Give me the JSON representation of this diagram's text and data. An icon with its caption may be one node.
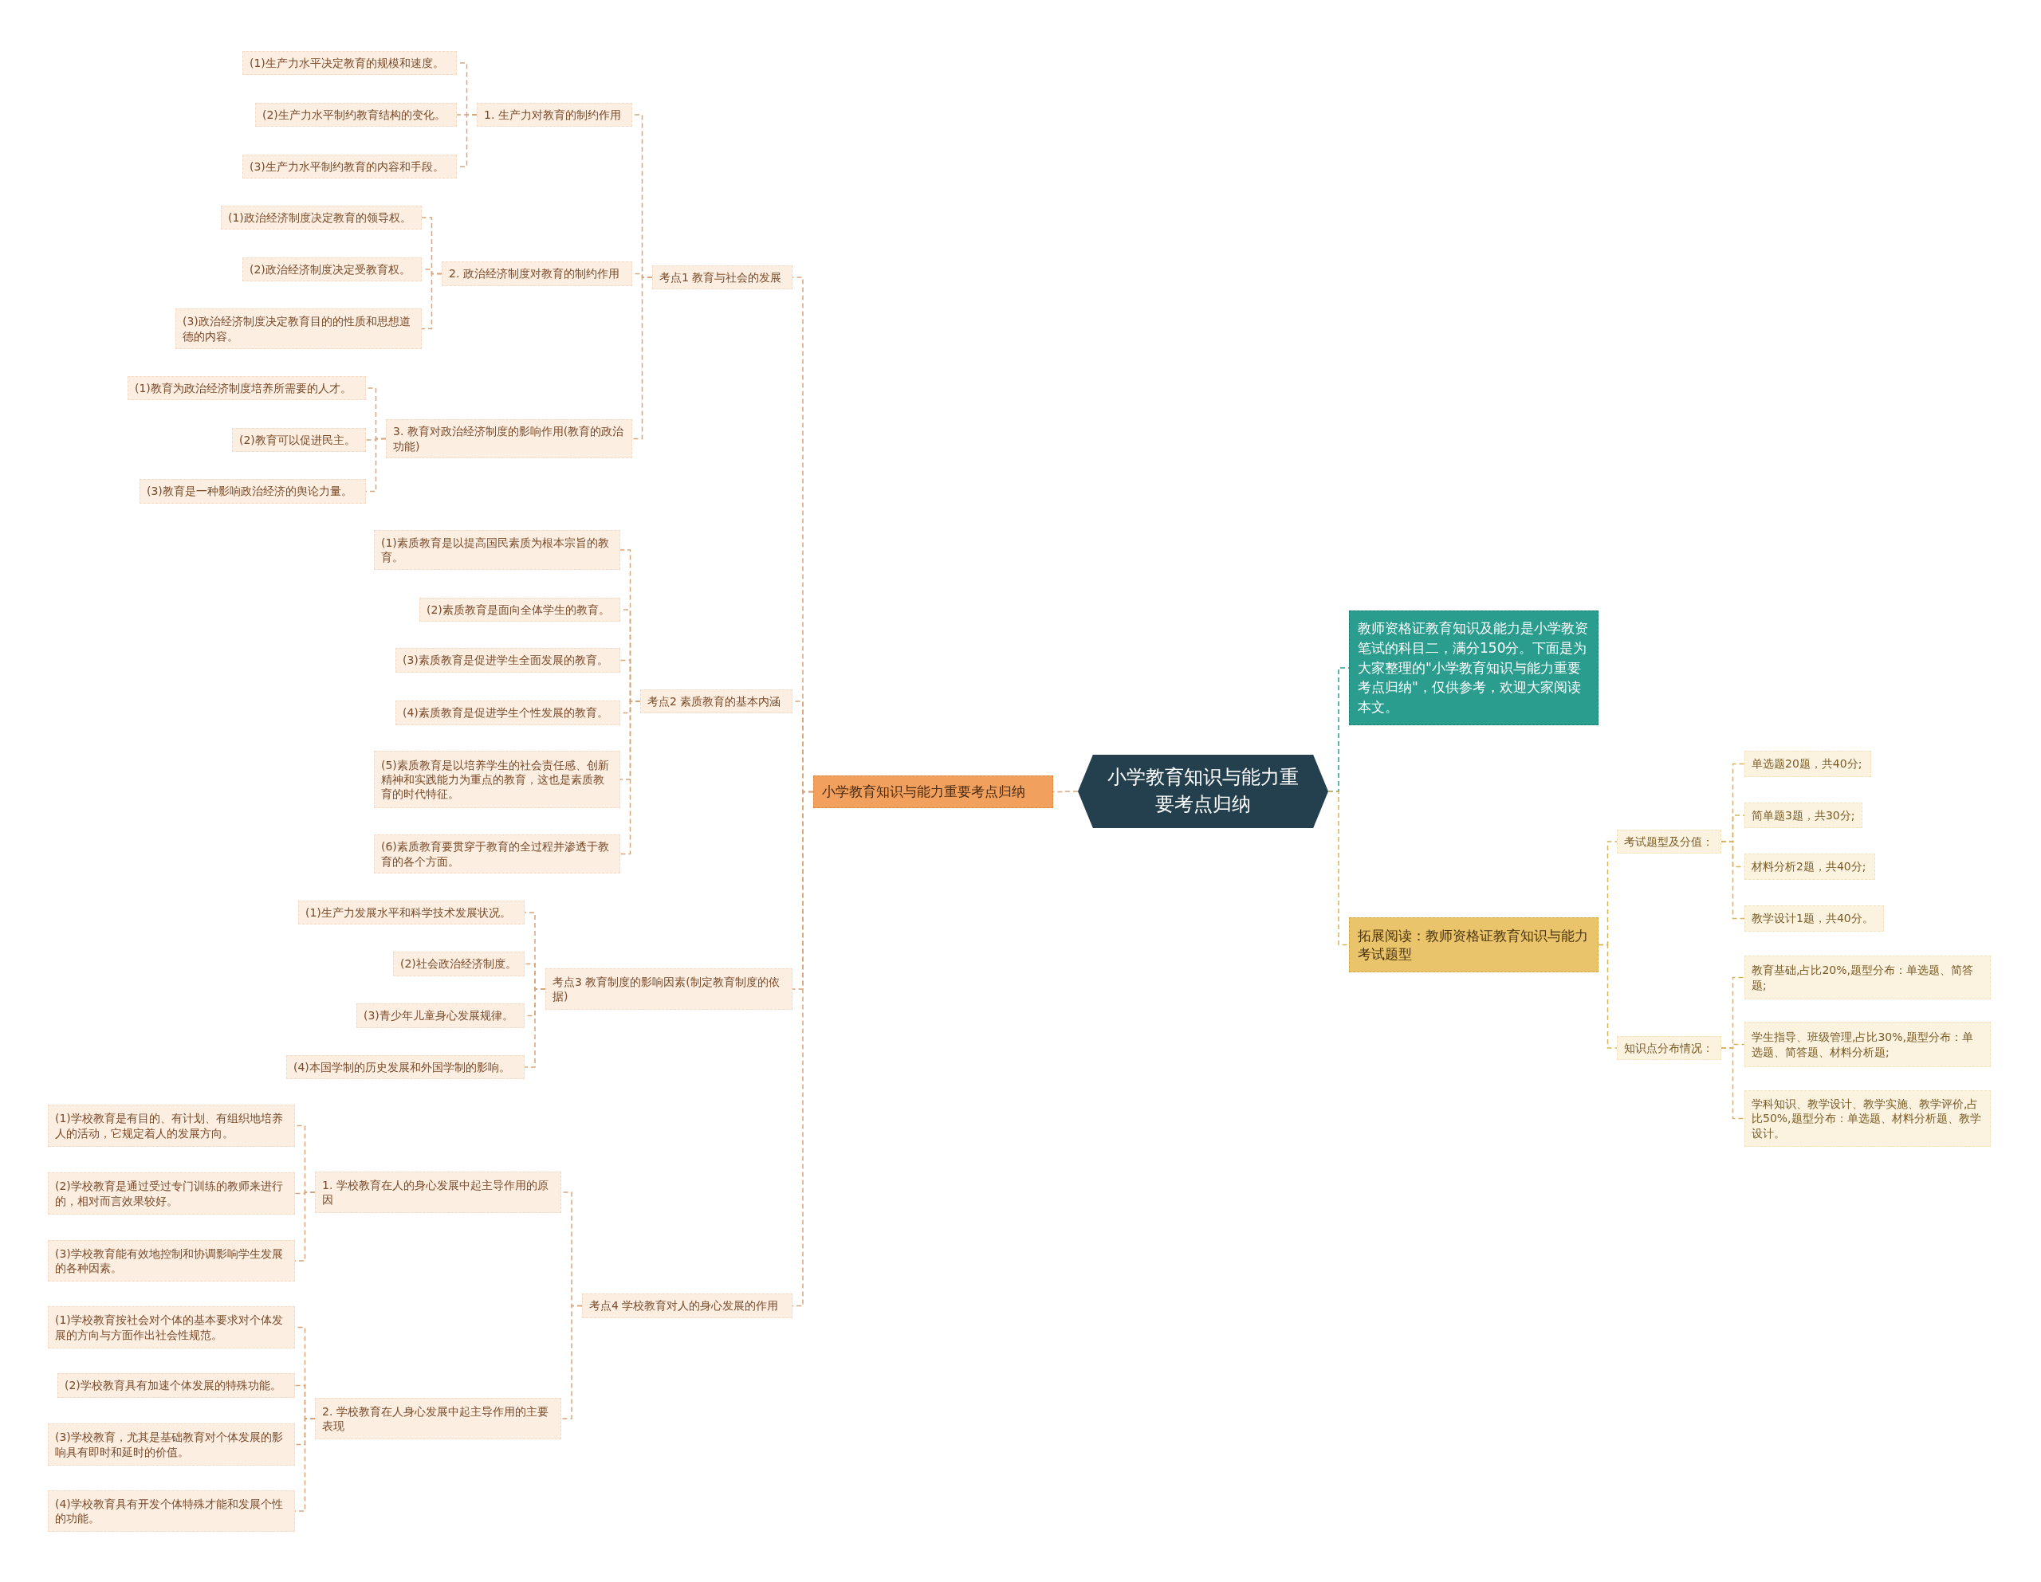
{
  "diagram": {
    "nodes": [
      {
        "text": [
          "小学教育知识与能力重要考点归纳"
        ]
      },
      {
        "text": [
          "小学教育知识与能力重要考点归纳"
        ]
      },
      {
        "text": [
          "考点1 教育与社会的发展"
        ]
      },
      {
        "text": [
          "1. 生产力对教育的制约作用"
        ]
      },
      {
        "text": [
          "(1)生产力水平决定教育的规模和速度。"
        ]
      },
      {
        "text": [
          "(2)生产力水平制约教育结构的变化。"
        ]
      },
      {
        "text": [
          "(3)生产力水平制约教育的内容和手段。"
        ]
      },
      {
        "text": [
          "2. 政治经济制度对教育的制约作用"
        ]
      },
      {
        "text": [
          "(1)政治经济制度决定教育的领导权。"
        ]
      },
      {
        "text": [
          "(2)政治经济制度决定受教育权。"
        ]
      },
      {
        "text": [
          "(3)政治经济制度决定教育目的的性质和思想道德的内容。"
        ]
      },
      {
        "text": [
          "3. 教育对政治经济制度的影响作用(教育的政治功能)"
        ]
      },
      {
        "text": [
          "(1)教育为政治经济制度培养所需要的人才。"
        ]
      },
      {
        "text": [
          "(2)教育可以促进民主。"
        ]
      },
      {
        "text": [
          "(3)教育是一种影响政治经济的舆论力量。"
        ]
      },
      {
        "text": [
          "考点2 素质教育的基本内涵"
        ]
      },
      {
        "text": [
          "(1)素质教育是以提高国民素质为根本宗旨的教育。"
        ]
      },
      {
        "text": [
          "(2)素质教育是面向全体学生的教育。"
        ]
      },
      {
        "text": [
          "(3)素质教育是促进学生全面发展的教育。"
        ]
      },
      {
        "text": [
          "(4)素质教育是促进学生个性发展的教育。"
        ]
      },
      {
        "text": [
          "(5)素质教育是以培养学生的社会责任感、创新精神和实践能力为重点的教育，这也是素质教育的时代特征。"
        ]
      },
      {
        "text": [
          "(6)素质教育要贯穿于教育的全过程并渗透于教育的各个方面。"
        ]
      },
      {
        "text": [
          "考点3 教育制度的影响因素(制定教育制度的依据)"
        ]
      },
      {
        "text": [
          "(1)生产力发展水平和科学技术发展状况。"
        ]
      },
      {
        "text": [
          "(2)社会政治经济制度。"
        ]
      },
      {
        "text": [
          "(3)青少年儿童身心发展规律。"
        ]
      },
      {
        "text": [
          "(4)本国学制的历史发展和外国学制的影响。"
        ]
      },
      {
        "text": [
          "考点4 学校教育对人的身心发展的作用"
        ]
      },
      {
        "text": [
          "1. 学校教育在人的身心发展中起主导作用的原因"
        ]
      },
      {
        "text": [
          "(1)学校教育是有目的、有计划、有组织地培养人的活动，它规定着人的发展方向。"
        ]
      },
      {
        "text": [
          "(2)学校教育是通过受过专门训练的教师来进行的，相对而言效果较好。"
        ]
      },
      {
        "text": [
          "(3)学校教育能有效地控制和协调影响学生发展的各种因素。"
        ]
      },
      {
        "text": [
          "2. 学校教育在人身心发展中起主导作用的主要表现"
        ]
      },
      {
        "text": [
          "(1)学校教育按社会对个体的基本要求对个体发展的方向与方面作出社会性规范。"
        ]
      },
      {
        "text": [
          "(2)学校教育具有加速个体发展的特殊功能。"
        ]
      },
      {
        "text": [
          "(3)学校教育，尤其是基础教育对个体发展的影响具有即时和延时的价值。"
        ]
      },
      {
        "text": [
          "(4)学校教育具有开发个体特殊才能和发展个性的功能。"
        ]
      },
      {
        "text": [
          "教师资格证教育知识及能力是小学教资笔试的科目二，满分150分。下面是为大家整理的\"小学教育知识与能力重要考点归纳\"，仅供参考，欢迎大家阅读本文。"
        ]
      },
      {
        "text": [
          "拓展阅读：教师资格证教育知识与能力考试题型"
        ]
      },
      {
        "text": [
          "考试题型及分值："
        ]
      },
      {
        "text": [
          "单选题20题，共40分;"
        ]
      },
      {
        "text": [
          "简单题3题，共30分;"
        ]
      },
      {
        "text": [
          "材料分析2题，共40分;"
        ]
      },
      {
        "text": [
          "教学设计1题，共40分。"
        ]
      },
      {
        "text": [
          "知识点分布情况："
        ]
      },
      {
        "text": [
          "教育基础,占比20%,题型分布：单选题、简答题;"
        ]
      },
      {
        "text": [
          "学生指导、班级管理,占比30%,题型分布：单选题、简答题、材料分析题;"
        ]
      },
      {
        "text": [
          "学科知识、教学设计、教学实施、教学评价,占比50%,题型分布：单选题、材料分析题、教学设计。"
        ]
      }
    ],
    "edges": [
      {
        "from": 0,
        "to": 1,
        "arrow": "none"
      },
      {
        "from": 1,
        "to": 2,
        "arrow": "none"
      },
      {
        "from": 2,
        "to": 3,
        "arrow": "none"
      },
      {
        "from": 3,
        "to": 4,
        "arrow": "none"
      },
      {
        "from": 3,
        "to": 5,
        "arrow": "none"
      },
      {
        "from": 3,
        "to": 6,
        "arrow": "none"
      },
      {
        "from": 2,
        "to": 7,
        "arrow": "none"
      },
      {
        "from": 7,
        "to": 8,
        "arrow": "none"
      },
      {
        "from": 7,
        "to": 9,
        "arrow": "none"
      },
      {
        "from": 7,
        "to": 10,
        "arrow": "none"
      },
      {
        "from": 2,
        "to": 11,
        "arrow": "none"
      },
      {
        "from": 11,
        "to": 12,
        "arrow": "none"
      },
      {
        "from": 11,
        "to": 13,
        "arrow": "none"
      },
      {
        "from": 11,
        "to": 14,
        "arrow": "none"
      },
      {
        "from": 1,
        "to": 15,
        "arrow": "none"
      },
      {
        "from": 15,
        "to": 16,
        "arrow": "none"
      },
      {
        "from": 15,
        "to": 17,
        "arrow": "none"
      },
      {
        "from": 15,
        "to": 18,
        "arrow": "none"
      },
      {
        "from": 15,
        "to": 19,
        "arrow": "none"
      },
      {
        "from": 15,
        "to": 20,
        "arrow": "none"
      },
      {
        "from": 15,
        "to": 21,
        "arrow": "none"
      },
      {
        "from": 1,
        "to": 22,
        "arrow": "none"
      },
      {
        "from": 22,
        "to": 23,
        "arrow": "none"
      },
      {
        "from": 22,
        "to": 24,
        "arrow": "none"
      },
      {
        "from": 22,
        "to": 25,
        "arrow": "none"
      },
      {
        "from": 22,
        "to": 26,
        "arrow": "none"
      },
      {
        "from": 1,
        "to": 27,
        "arrow": "none"
      },
      {
        "from": 27,
        "to": 28,
        "arrow": "none"
      },
      {
        "from": 28,
        "to": 29,
        "arrow": "none"
      },
      {
        "from": 28,
        "to": 30,
        "arrow": "none"
      },
      {
        "from": 28,
        "to": 31,
        "arrow": "none"
      },
      {
        "from": 27,
        "to": 32,
        "arrow": "none"
      },
      {
        "from": 32,
        "to": 33,
        "arrow": "none"
      },
      {
        "from": 32,
        "to": 34,
        "arrow": "none"
      },
      {
        "from": 32,
        "to": 35,
        "arrow": "none"
      },
      {
        "from": 32,
        "to": 36,
        "arrow": "none"
      },
      {
        "from": 0,
        "to": 37,
        "arrow": "none",
        "color": "#2a9d8f"
      },
      {
        "from": 0,
        "to": 38,
        "arrow": "none",
        "color": "#d9b55a"
      },
      {
        "from": 38,
        "to": 39,
        "arrow": "none",
        "color": "#d9b55a"
      },
      {
        "from": 39,
        "to": 40,
        "arrow": "none",
        "color": "#d9b55a"
      },
      {
        "from": 39,
        "to": 41,
        "arrow": "none",
        "color": "#d9b55a"
      },
      {
        "from": 39,
        "to": 42,
        "arrow": "none",
        "color": "#d9b55a"
      },
      {
        "from": 39,
        "to": 43,
        "arrow": "none",
        "color": "#d9b55a"
      },
      {
        "from": 38,
        "to": 44,
        "arrow": "none",
        "color": "#d9b55a"
      },
      {
        "from": 44,
        "to": 45,
        "arrow": "none",
        "color": "#d9b55a"
      },
      {
        "from": 44,
        "to": 46,
        "arrow": "none",
        "color": "#d9b55a"
      },
      {
        "from": 44,
        "to": 47,
        "arrow": "none",
        "color": "#d9b55a"
      }
    ]
  }
}
